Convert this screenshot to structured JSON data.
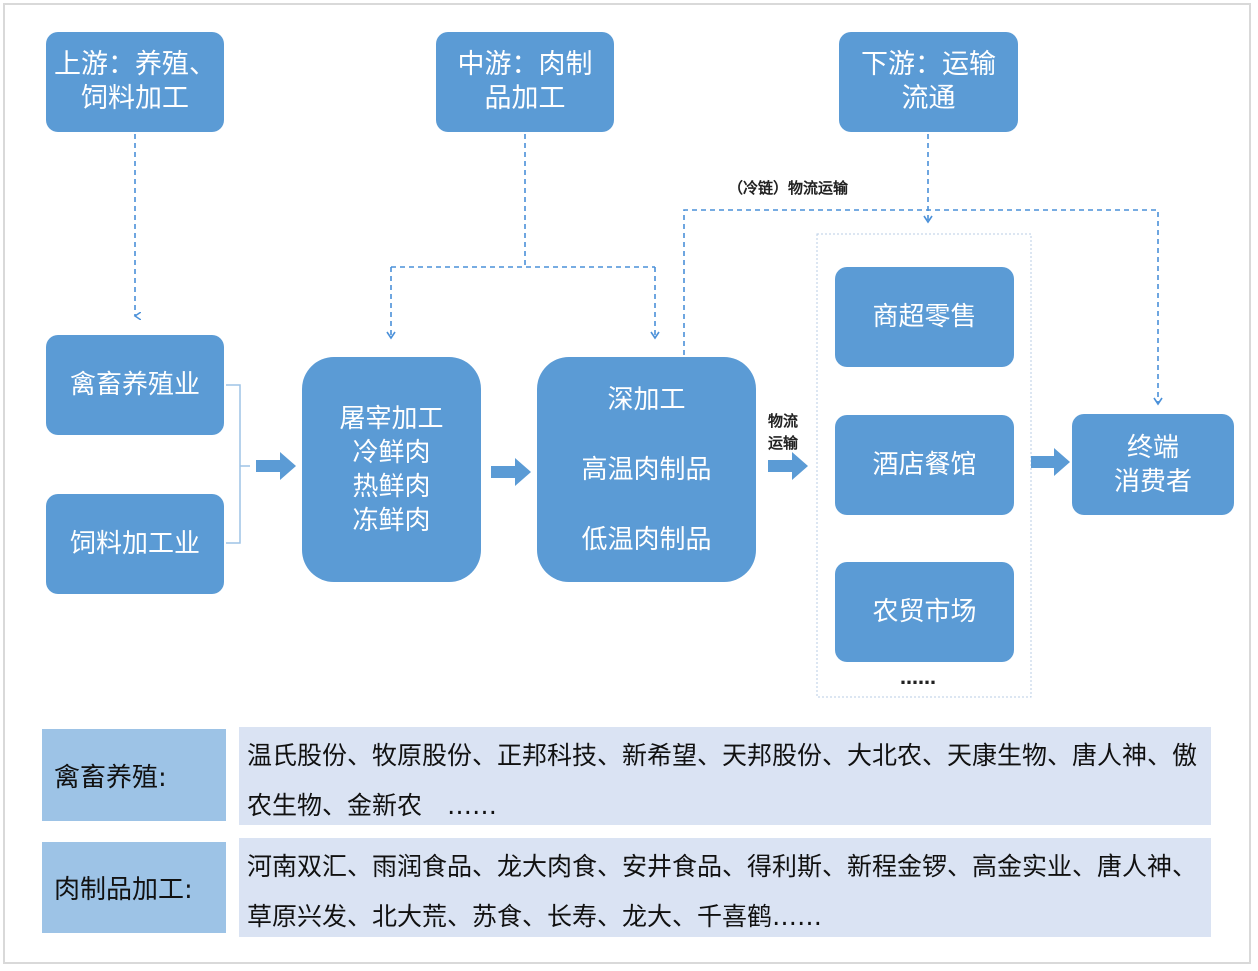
{
  "stages": {
    "upstream": [
      "上游：养殖、",
      "饲料加工"
    ],
    "midstream": [
      "中游：肉制",
      "品加工"
    ],
    "downstream": [
      "下游：运输",
      "流通"
    ]
  },
  "nodes": {
    "livestock": "禽畜养殖业",
    "feed": "饲料加工业",
    "slaughter": [
      "屠宰加工",
      "冷鲜肉",
      "热鲜肉",
      "冻鲜肉"
    ],
    "deep": [
      "深加工",
      "高温肉制品",
      "低温肉制品"
    ],
    "channels": [
      "商超零售",
      "酒店餐馆",
      "农贸市场"
    ],
    "channels_more": "……",
    "consumer": [
      "终端",
      "消费者"
    ]
  },
  "labels": {
    "cold_chain": "（冷链）物流运输",
    "logistics": [
      "物流",
      "运输"
    ]
  },
  "companies": [
    {
      "category": "禽畜养殖:",
      "list": "温氏股份、牧原股份、正邦科技、新希望、天邦股份、大北农、天康生物、唐人神、傲农生物、金新农　……"
    },
    {
      "category": "肉制品加工:",
      "list": "河南双汇、雨润食品、龙大肉食、安井食品、得利斯、新程金锣、高金实业、唐人神、草原兴发、北大荒、苏食、长寿、龙大、千喜鹤……"
    }
  ],
  "colors": {
    "box": "#5b9bd5",
    "dash": "#4a90d9",
    "label_cell": "#9dc3e6",
    "row_cell": "#dae3f3"
  }
}
